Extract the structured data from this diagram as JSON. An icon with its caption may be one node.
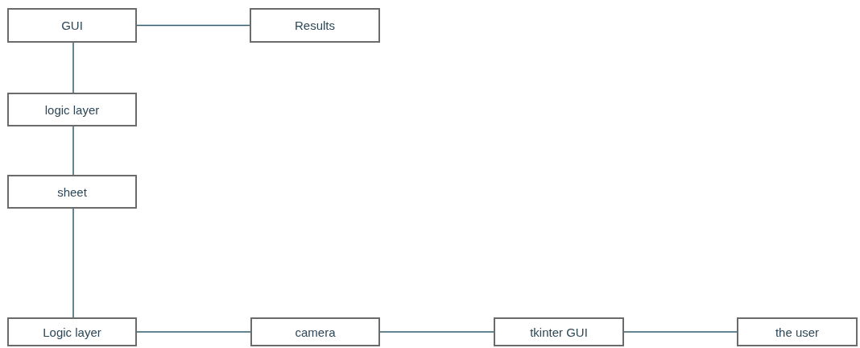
{
  "diagram": {
    "nodes": [
      {
        "text": [
          "GUI"
        ]
      },
      {
        "text": [
          "Results"
        ]
      },
      {
        "text": [
          "logic layer"
        ]
      },
      {
        "text": [
          "sheet"
        ]
      },
      {
        "text": [
          "Logic layer"
        ]
      },
      {
        "text": [
          "camera"
        ]
      },
      {
        "text": [
          "tkinter GUI"
        ]
      },
      {
        "text": [
          "the user"
        ]
      }
    ],
    "edges": [
      {
        "from": 0,
        "to": 1,
        "arrow": "none"
      },
      {
        "from": 0,
        "to": 2,
        "arrow": "none"
      },
      {
        "from": 2,
        "to": 3,
        "arrow": "none"
      },
      {
        "from": 3,
        "to": 4,
        "arrow": "none"
      },
      {
        "from": 4,
        "to": 5,
        "arrow": "none"
      },
      {
        "from": 5,
        "to": 6,
        "arrow": "none"
      },
      {
        "from": 6,
        "to": 7,
        "arrow": "none"
      }
    ]
  }
}
